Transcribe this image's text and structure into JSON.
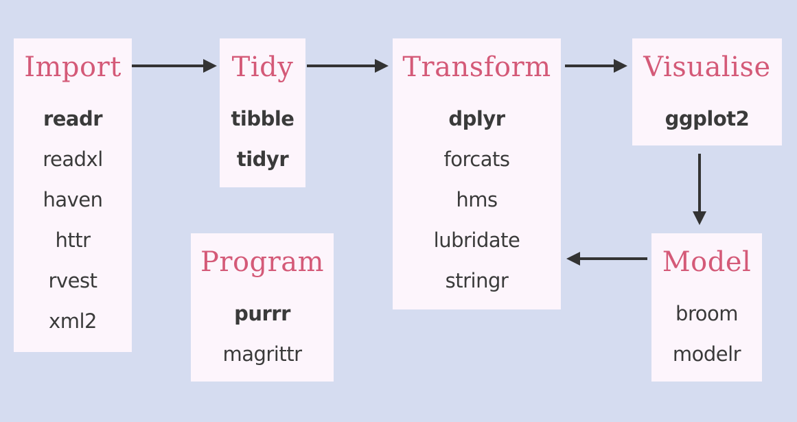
{
  "colors": {
    "background": "#d5dcf0",
    "box": "#fdf5fc",
    "heading": "#d45a78",
    "text": "#3a3a3a",
    "arrow": "#333333"
  },
  "import": {
    "title": "Import",
    "core": "readr",
    "others": [
      "readxl",
      "haven",
      "httr",
      "rvest",
      "xml2"
    ]
  },
  "tidy": {
    "title": "Tidy",
    "core": [
      "tibble",
      "tidyr"
    ]
  },
  "transform": {
    "title": "Transform",
    "core": "dplyr",
    "others": [
      "forcats",
      "hms",
      "lubridate",
      "stringr"
    ]
  },
  "visualise": {
    "title": "Visualise",
    "core": "ggplot2"
  },
  "model": {
    "title": "Model",
    "others": [
      "broom",
      "modelr"
    ]
  },
  "program": {
    "title": "Program",
    "core": "purrr",
    "others": [
      "magrittr"
    ]
  }
}
